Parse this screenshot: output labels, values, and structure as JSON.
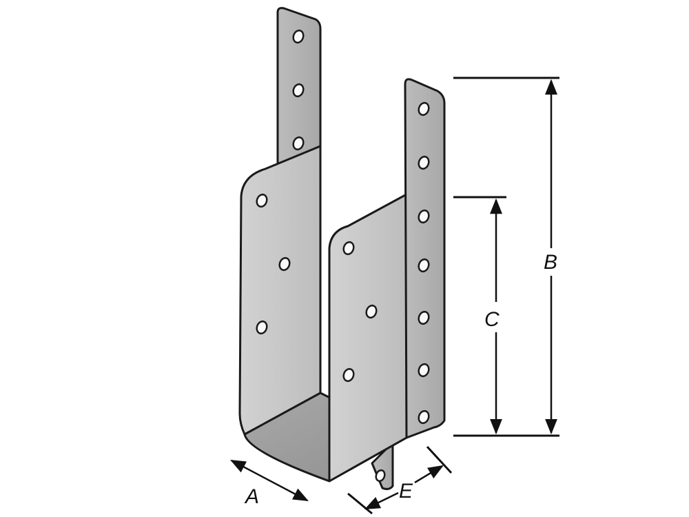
{
  "dimensions": {
    "A": "A",
    "B": "B",
    "C": "C",
    "E": "E"
  },
  "colors": {
    "plate_light": "#c9c9c9",
    "plate_mid": "#b3b3b3",
    "plate_dark": "#9d9d9d",
    "outline": "#1a1a1a",
    "background": "#ffffff"
  }
}
